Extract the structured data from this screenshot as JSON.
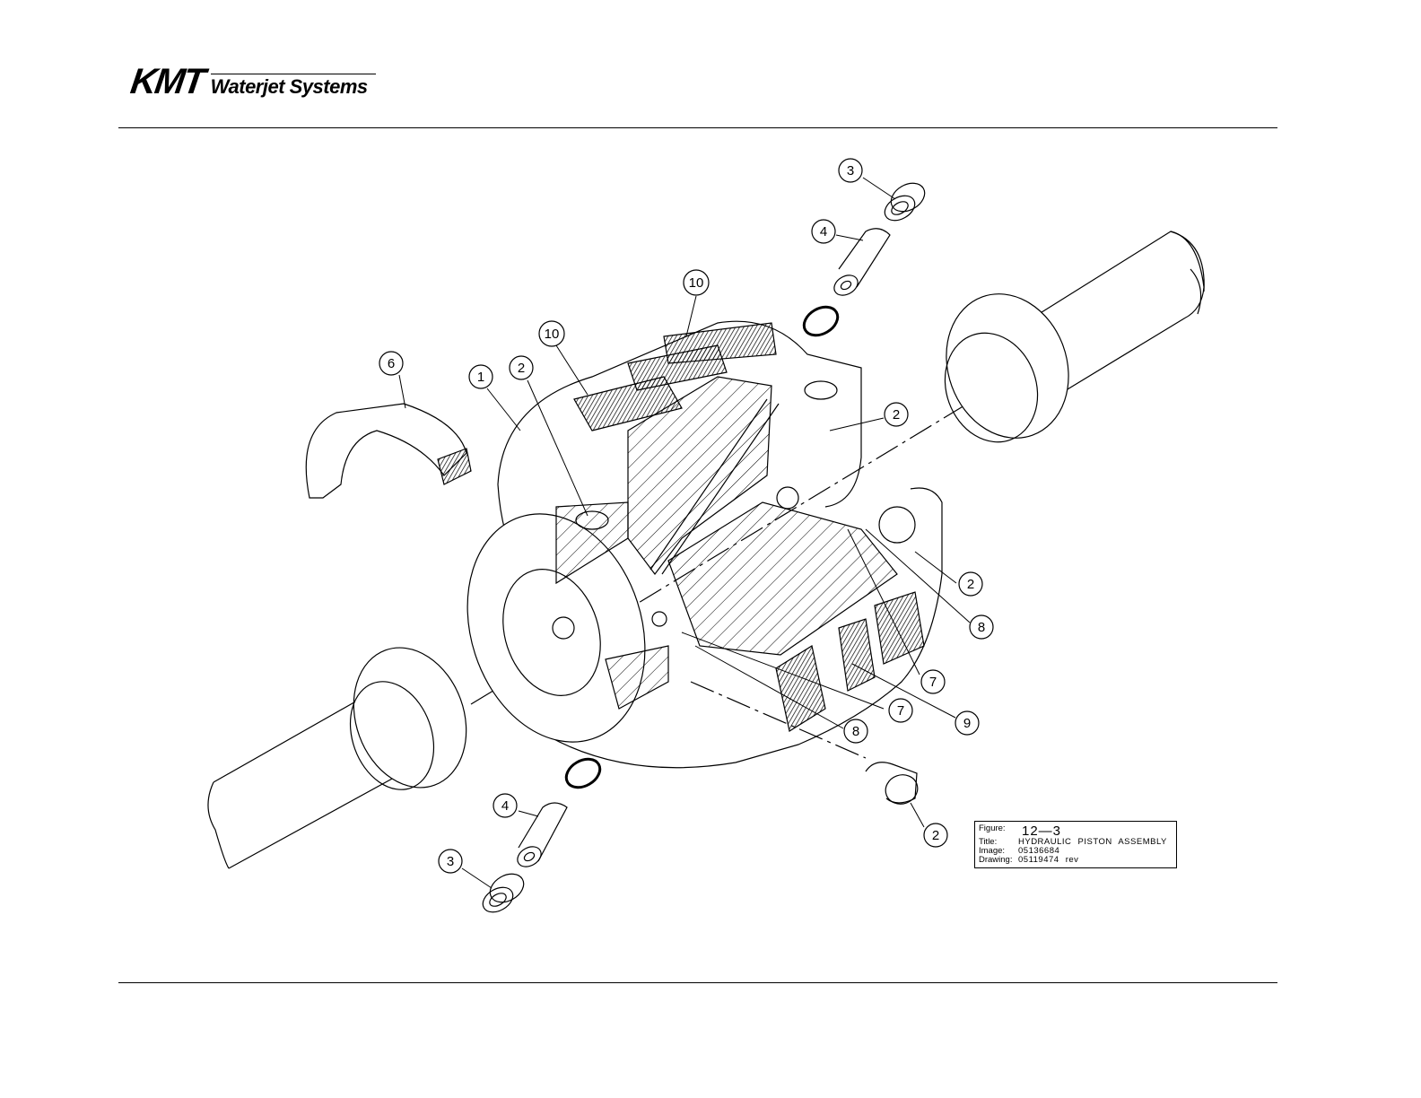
{
  "header": {
    "logo_brand": "KMT",
    "logo_text": "Waterjet Systems"
  },
  "callouts": [
    {
      "id": "c3a",
      "label": "3"
    },
    {
      "id": "c4a",
      "label": "4"
    },
    {
      "id": "c10a",
      "label": "10"
    },
    {
      "id": "c10b",
      "label": "10"
    },
    {
      "id": "c6",
      "label": "6"
    },
    {
      "id": "c1",
      "label": "1"
    },
    {
      "id": "c2a",
      "label": "2"
    },
    {
      "id": "c2b",
      "label": "2"
    },
    {
      "id": "c2c",
      "label": "2"
    },
    {
      "id": "c8a",
      "label": "8"
    },
    {
      "id": "c7a",
      "label": "7"
    },
    {
      "id": "c7b",
      "label": "7"
    },
    {
      "id": "c9",
      "label": "9"
    },
    {
      "id": "c8b",
      "label": "8"
    },
    {
      "id": "c2d",
      "label": "2"
    },
    {
      "id": "c4b",
      "label": "4"
    },
    {
      "id": "c3b",
      "label": "3"
    }
  ],
  "title_block": {
    "figure_label": "Figure:",
    "figure_value": "12—3",
    "title_label": "Title:",
    "title_value": "HYDRAULIC PISTON ASSEMBLY",
    "image_label": "Image:",
    "image_value": "05136684",
    "drawing_label": "Drawing:",
    "drawing_value": "05119474 rev"
  }
}
